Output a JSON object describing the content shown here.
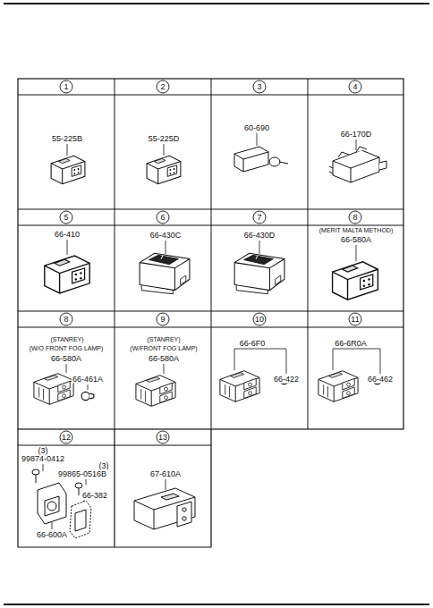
{
  "diagram": {
    "nodes": [
      {
        "text": [
          "1",
          "55-225B"
        ]
      },
      {
        "text": [
          "2",
          "55-225D"
        ]
      },
      {
        "text": [
          "3",
          "60-690"
        ]
      },
      {
        "text": [
          "4",
          "66-170D"
        ]
      },
      {
        "text": [
          "5",
          "66-410"
        ]
      },
      {
        "text": [
          "6",
          "66-430C"
        ]
      },
      {
        "text": [
          "7",
          "66-430D"
        ]
      },
      {
        "text": [
          "8",
          "(MERIT MALTA METHOD)",
          "66-580A"
        ]
      },
      {
        "text": [
          "8",
          "(STANREY)",
          "(W/O FRONT FOG LAMP)",
          "66-580A",
          "66-461A"
        ]
      },
      {
        "text": [
          "9",
          "(STANREY)",
          "(W/FRONT FOG LAMP)",
          "66-580A"
        ]
      },
      {
        "text": [
          "10",
          "66-6F0",
          "66-422"
        ]
      },
      {
        "text": [
          "11",
          "66-6R0A",
          "66-462"
        ]
      },
      {
        "text": [
          "12",
          "(3)",
          "99874-0412",
          "(3)",
          "99865-0516B",
          "66-382",
          "66-600A"
        ]
      },
      {
        "text": [
          "13",
          "67-610A"
        ]
      }
    ]
  }
}
